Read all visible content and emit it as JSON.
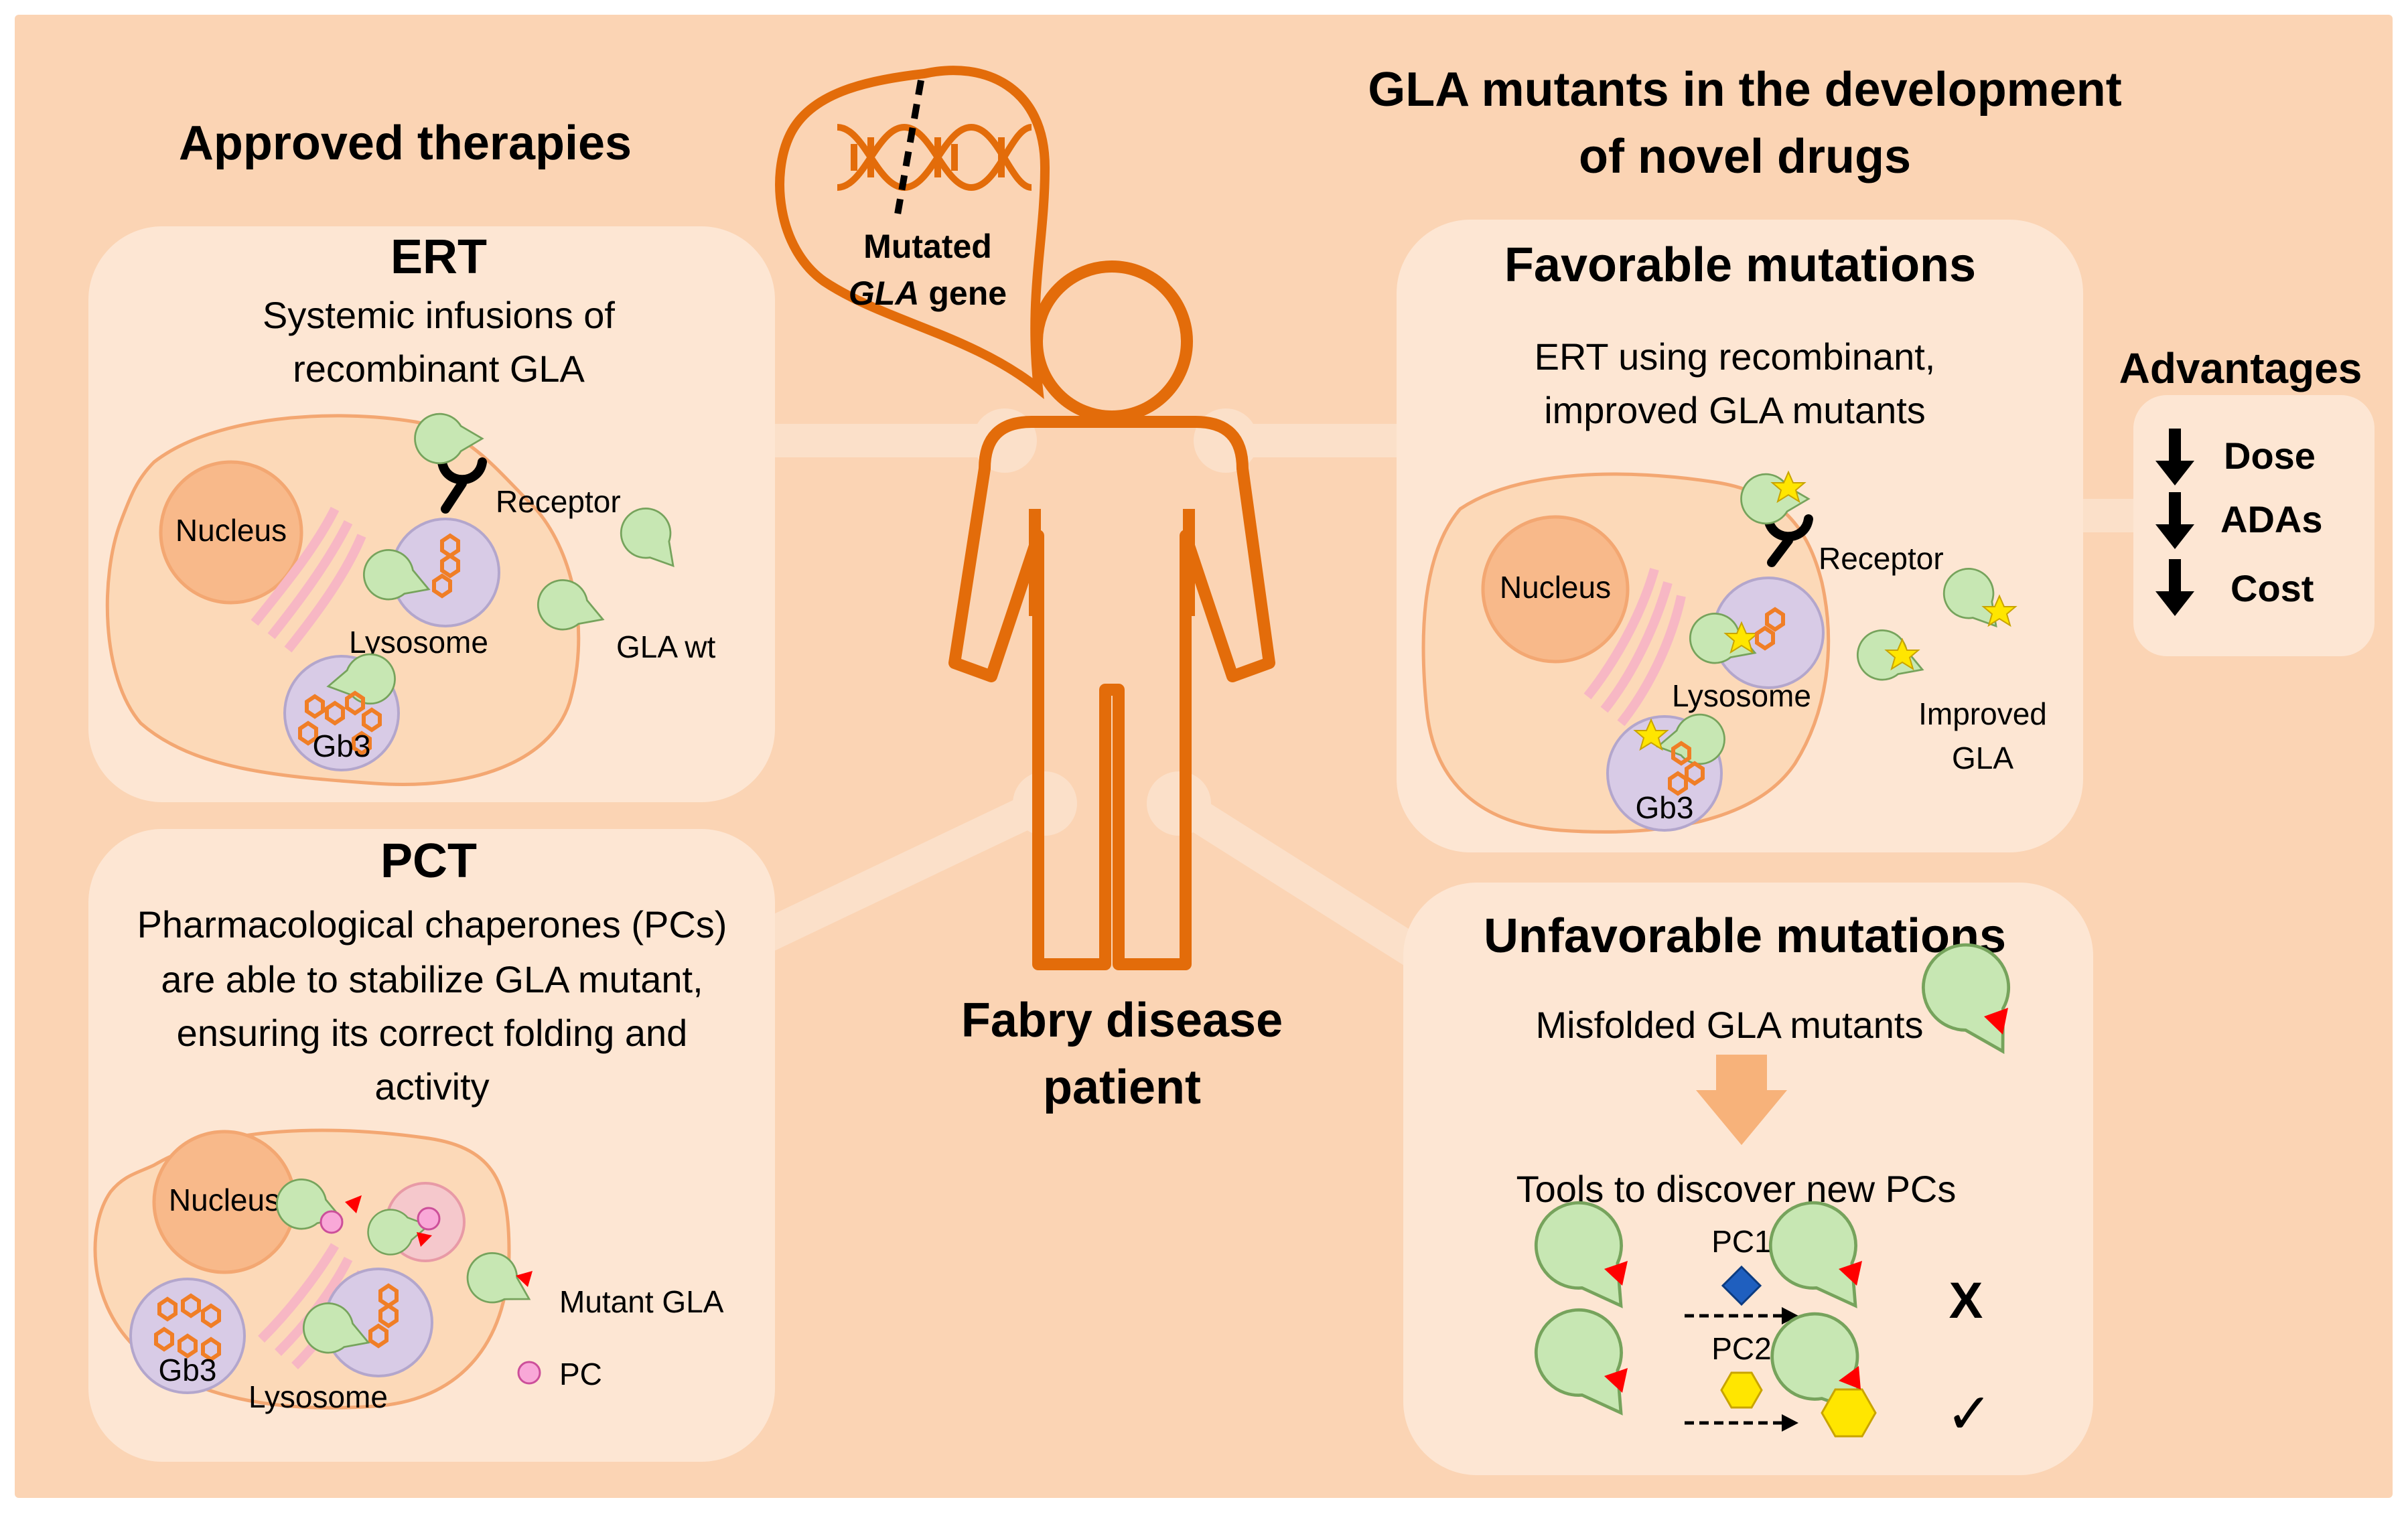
{
  "colors": {
    "background": "#fbd4b4",
    "panel": "#fde6d3",
    "cell": "#fcd9b8",
    "cell_stroke": "#f3a772",
    "nucleus": "#f8b98a",
    "lysosome": "#d8cbe6",
    "gla": "#c7e7b3",
    "gla_stroke": "#76a35c",
    "substrate": "#f07e26",
    "orange": "#e36c0a",
    "connector": "#fbe0c9",
    "star": "#ffe600",
    "red": "#ff0000",
    "green": "#00b050",
    "blue": "#1f5fbf",
    "pc_pink": "#f9a8d8"
  },
  "headings": {
    "approved": "Approved therapies",
    "novel_line1": "GLA mutants in the development",
    "novel_line2": "of novel drugs"
  },
  "gene_bubble": {
    "line1": "Mutated",
    "line2_italic": "GLA",
    "line2_rest": " gene"
  },
  "patient": {
    "line1": "Fabry disease",
    "line2": "patient"
  },
  "ert": {
    "title": "ERT",
    "desc_line1": "Systemic infusions of",
    "desc_line2": "recombinant GLA",
    "labels": {
      "nucleus": "Nucleus",
      "receptor": "Receptor",
      "lysosome": "Lysosome",
      "gla_wt": "GLA wt",
      "gb3": "Gb3"
    }
  },
  "pct": {
    "title": "PCT",
    "desc_lines": [
      "Pharmacological chaperones (PCs)",
      "are able to stabilize GLA mutant,",
      "ensuring  its correct folding and",
      "activity"
    ],
    "labels": {
      "nucleus": "Nucleus",
      "gb3": "Gb3",
      "lysosome": "Lysosome",
      "mutant_gla": "Mutant GLA",
      "pc": "PC"
    }
  },
  "favorable": {
    "title": "Favorable mutations",
    "desc_line1": "ERT using recombinant,",
    "desc_line2": "improved GLA mutants",
    "labels": {
      "nucleus": "Nucleus",
      "receptor": "Receptor",
      "lysosome": "Lysosome",
      "improved1": "Improved",
      "improved2": "GLA",
      "gb3": "Gb3"
    }
  },
  "advantages": {
    "title": "Advantages",
    "items": [
      "Dose",
      "ADAs",
      "Cost"
    ]
  },
  "unfavorable": {
    "title": "Unfavorable mutations",
    "misfolded": "Misfolded GLA mutants",
    "tools": "Tools to discover new PCs",
    "pc1": "PC1",
    "pc2": "PC2",
    "fail_mark": "X",
    "success_mark": "✓"
  }
}
